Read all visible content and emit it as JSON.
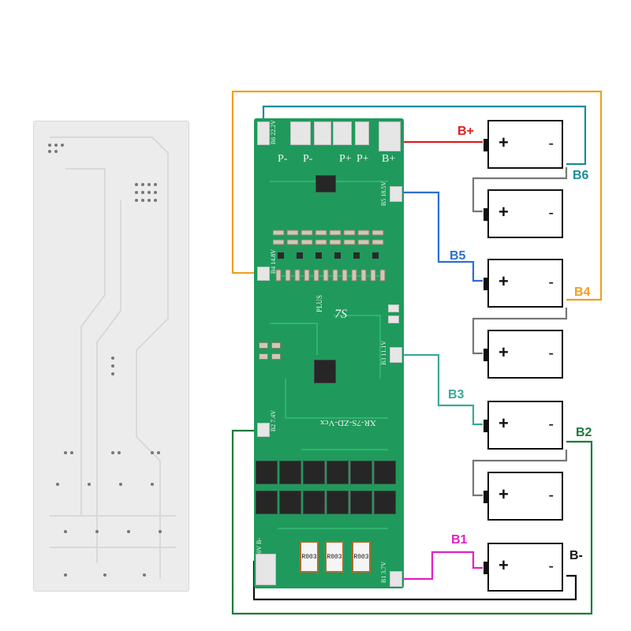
{
  "diagram": {
    "board_front": {
      "model_text": "XR-7S-ZD-Vcx",
      "series_text": "7S",
      "plus_text": "PLUS",
      "pad_labels": {
        "p_minus_1": "P-",
        "p_minus_2": "P-",
        "p_plus_1": "P+",
        "p_plus_2": "P+",
        "b_plus": "B+",
        "b6": "B6 22.2V",
        "b5": "B5 18.5V",
        "b4": "B4 14.8V",
        "b3": "B3 11.1V",
        "b2": "B2 7.4V",
        "b1": "B1 3.7V",
        "b_minus": "0V B-"
      },
      "resistor_codes": [
        "R003",
        "R003",
        "R003"
      ]
    },
    "wire_labels": {
      "b_plus": "B+",
      "b6": "B6",
      "b5": "B5",
      "b4": "B4",
      "b3": "B3",
      "b2": "B2",
      "b1": "B1",
      "b_minus": "B-"
    },
    "cell_symbols": {
      "plus": "+",
      "minus": "-"
    },
    "colors": {
      "b_plus": "#e01b1b",
      "b6": "#1a8c99",
      "b5": "#2b6fd1",
      "b4": "#f0a020",
      "b3": "#3aa89a",
      "b2": "#1e7a3c",
      "b1": "#e020c8",
      "b_minus": "#111111",
      "link": "#777777",
      "pcb": "#1f9a5c"
    }
  }
}
